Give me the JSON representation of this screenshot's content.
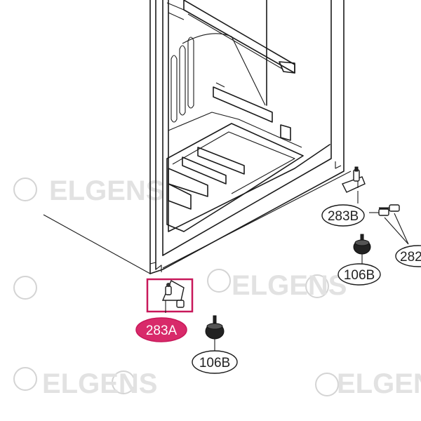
{
  "labels": {
    "bracket_left": "283A",
    "bracket_right": "283B",
    "foot_left": "106B",
    "foot_right": "106B",
    "screw": "282"
  },
  "colors": {
    "highlight": "#c8185a",
    "highlight_fill": "#d82a6a",
    "line": "#1a1a1a",
    "watermark": "#dcdcdc"
  },
  "watermark": {
    "text": "ELGENS"
  }
}
